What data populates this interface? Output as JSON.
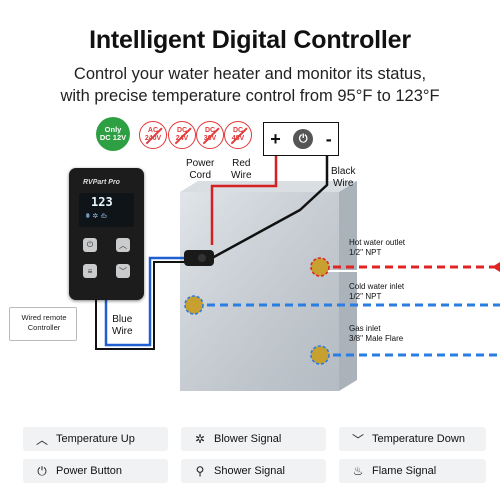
{
  "header": {
    "title": "Intelligent Digital Controller",
    "subtitle_line1": "Control your water heater and monitor its status,",
    "subtitle_line2": "with precise temperature control from 95°F to 123°F"
  },
  "badges": {
    "ok_line1": "Only",
    "ok_line2": "DC 12V",
    "no1_line1": "AC",
    "no1_line2": "240V",
    "no2_line1": "DC",
    "no2_line2": "24V",
    "no3_line1": "DC",
    "no3_line2": "36V",
    "no4_line1": "DC",
    "no4_line2": "48V"
  },
  "terminal": {
    "plus": "+",
    "minus": "-"
  },
  "labels": {
    "power_cord_line1": "Power",
    "power_cord_line2": "Cord",
    "red_wire_line1": "Red",
    "red_wire_line2": "Wire",
    "black_wire_line1": "Black",
    "black_wire_line2": "Wire",
    "blue_wire_line1": "Blue",
    "blue_wire_line2": "Wire",
    "wired_line1": "Wired remote",
    "wired_line2": "Controller"
  },
  "controller": {
    "brand": "RVPart Pro",
    "temperature": "123"
  },
  "ports": {
    "hot_line1": "Hot water outlet",
    "hot_line2": "1/2'' NPT",
    "cold_line1": "Cold water inlet",
    "cold_line2": "1/2'' NPT",
    "gas_line1": "Gas inlet",
    "gas_line2": "3/8'' Male Flare"
  },
  "legend": [
    {
      "icon": "chevron-up-icon",
      "label": "Temperature Up"
    },
    {
      "icon": "blower-icon",
      "label": "Blower Signal"
    },
    {
      "icon": "chevron-down-icon",
      "label": "Temperature Down"
    },
    {
      "icon": "power-icon",
      "label": "Power Button"
    },
    {
      "icon": "shower-icon",
      "label": "Shower Signal"
    },
    {
      "icon": "flame-icon",
      "label": "Flame Signal"
    }
  ],
  "colors": {
    "hot": "#e02424",
    "cold": "#2a7de1",
    "wire_red": "#d42020",
    "wire_blue": "#1f5fd0",
    "badge_ok": "#2ea043",
    "badge_no": "#e23b3b"
  }
}
